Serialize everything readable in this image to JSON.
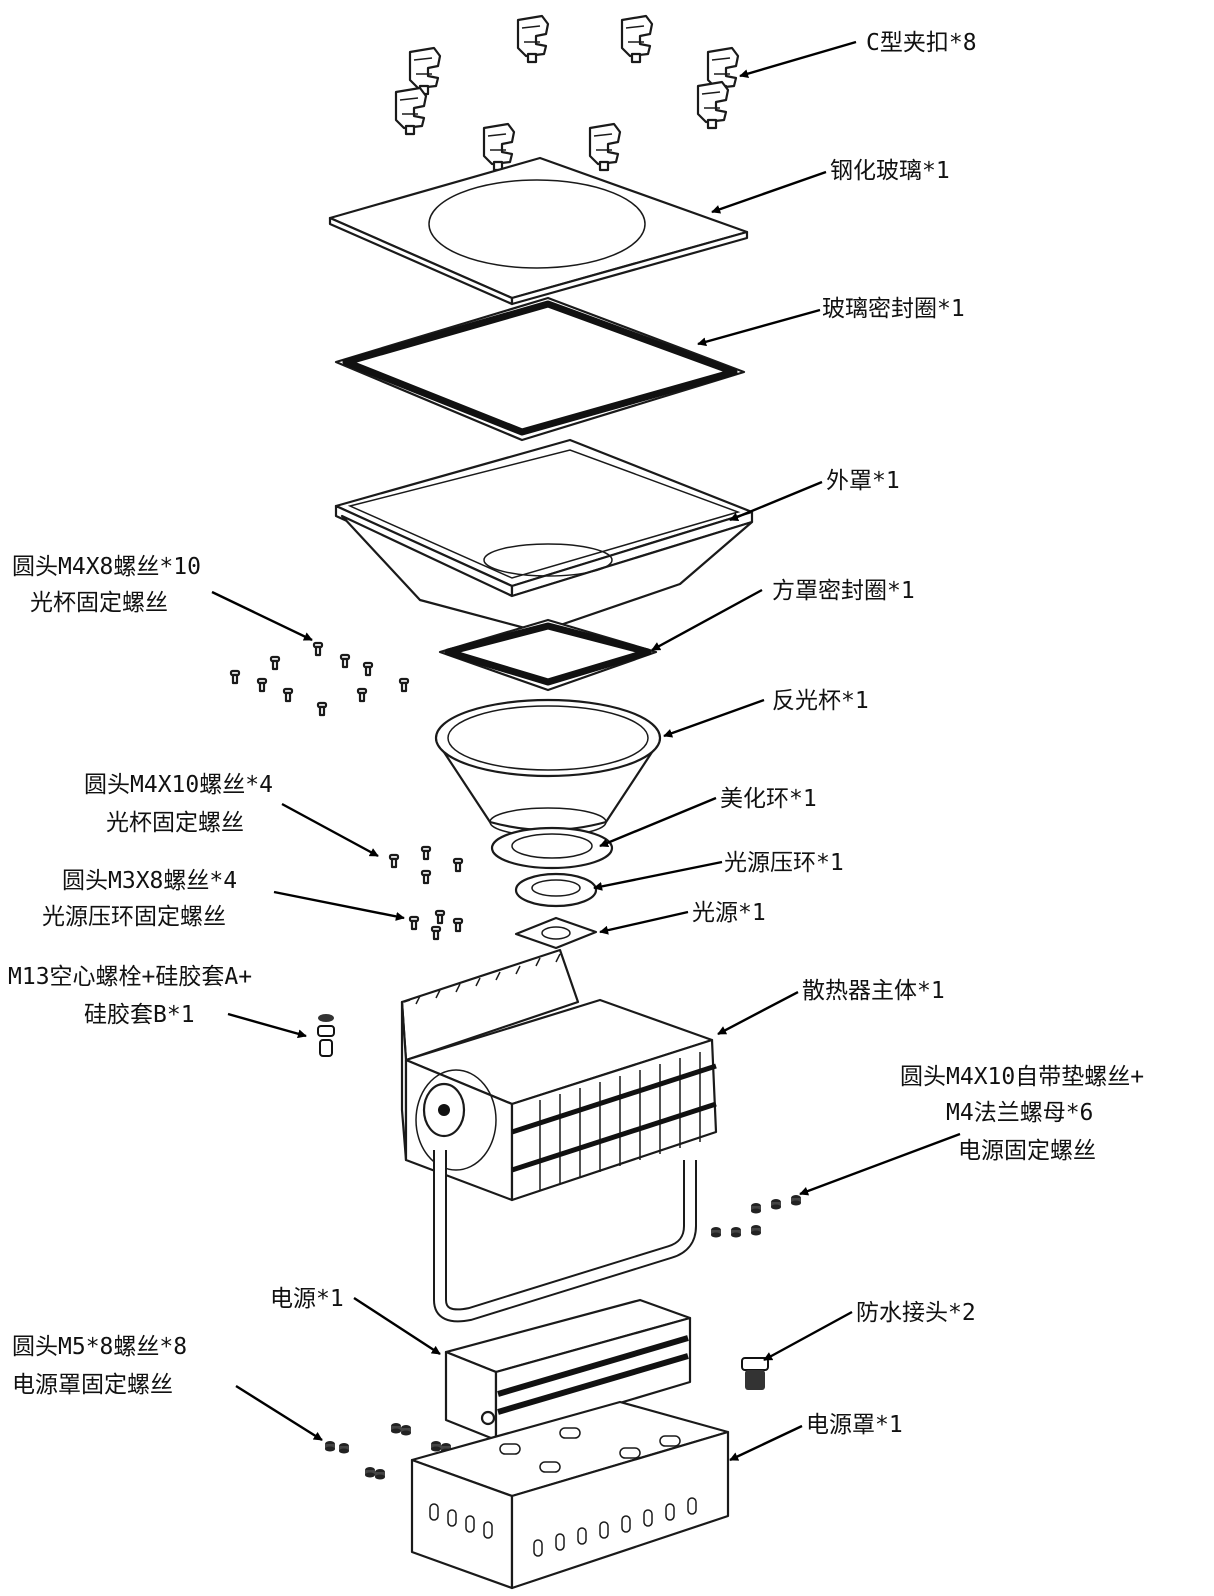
{
  "labels": {
    "c_clip": "C型夹扣*8",
    "glass": "钢化玻璃*1",
    "glass_seal": "玻璃密封圈*1",
    "outer_cover": "外罩*1",
    "cover_seal": "方罩密封圈*1",
    "reflector": "反光杯*1",
    "beauty_ring": "美化环*1",
    "press_ring": "光源压环*1",
    "light_source": "光源*1",
    "heatsink": "散热器主体*1",
    "driver": "电源*1",
    "waterproof_joint": "防水接头*2",
    "driver_cover": "电源罩*1",
    "screw_m4x8_l1": "圆头M4X8螺丝*10",
    "screw_m4x8_l2": "光杯固定螺丝",
    "screw_m4x10_l1": "圆头M4X10螺丝*4",
    "screw_m4x10_l2": "光杯固定螺丝",
    "screw_m3x8_l1": "圆头M3X8螺丝*4",
    "screw_m3x8_l2": "光源压环固定螺丝",
    "bolt_m13_l1": "M13空心螺栓+硅胶套A+",
    "bolt_m13_l2": "硅胶套B*1",
    "screw_m4x10w_l1": "圆头M4X10自带垫螺丝+",
    "screw_m4x10w_l2": "M4法兰螺母*6",
    "screw_m4x10w_l3": "电源固定螺丝",
    "screw_m5x8_l1": "圆头M5*8螺丝*8",
    "screw_m5x8_l2": "电源罩固定螺丝"
  }
}
